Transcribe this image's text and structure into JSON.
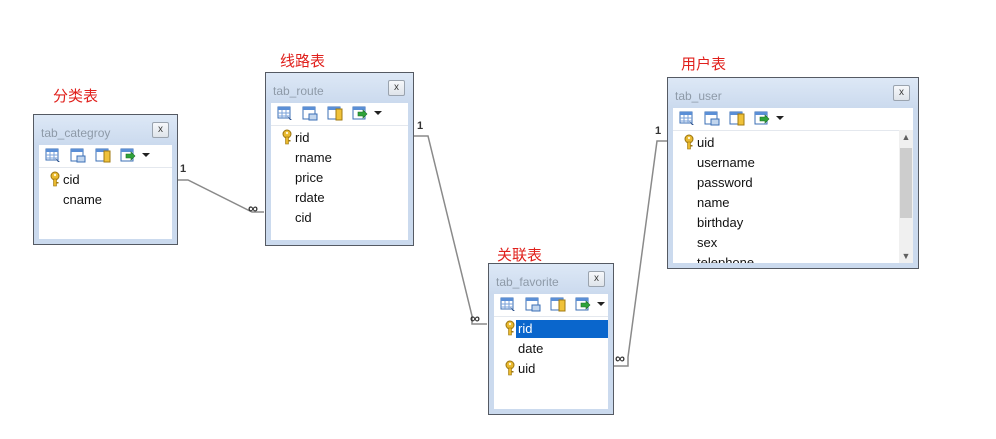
{
  "captions": {
    "category": "分类表",
    "route": "线路表",
    "user": "用户表",
    "favorite": "关联表"
  },
  "tables": {
    "category": {
      "name": "tab_categroy",
      "fields": [
        "cid",
        "cname"
      ]
    },
    "route": {
      "name": "tab_route",
      "fields": [
        "rid",
        "rname",
        "price",
        "rdate",
        "cid"
      ]
    },
    "user": {
      "name": "tab_user",
      "fields": [
        "uid",
        "username",
        "password",
        "name",
        "birthday",
        "sex",
        "telephone"
      ]
    },
    "favorite": {
      "name": "tab_favorite",
      "fields": [
        "rid",
        "date",
        "uid"
      ]
    }
  },
  "close_glyph": "x",
  "relations": [
    {
      "from": "tab_categroy",
      "to": "tab_route",
      "one": "1",
      "many": "∞"
    },
    {
      "from": "tab_route",
      "to": "tab_favorite",
      "one": "1",
      "many": "∞"
    },
    {
      "from": "tab_user",
      "to": "tab_favorite",
      "one": "1",
      "many": "∞"
    }
  ],
  "selected_field": "tab_favorite.rid",
  "primary_keys": [
    "tab_categroy.cid",
    "tab_route.rid",
    "tab_user.uid",
    "tab_favorite.rid",
    "tab_favorite.uid"
  ]
}
